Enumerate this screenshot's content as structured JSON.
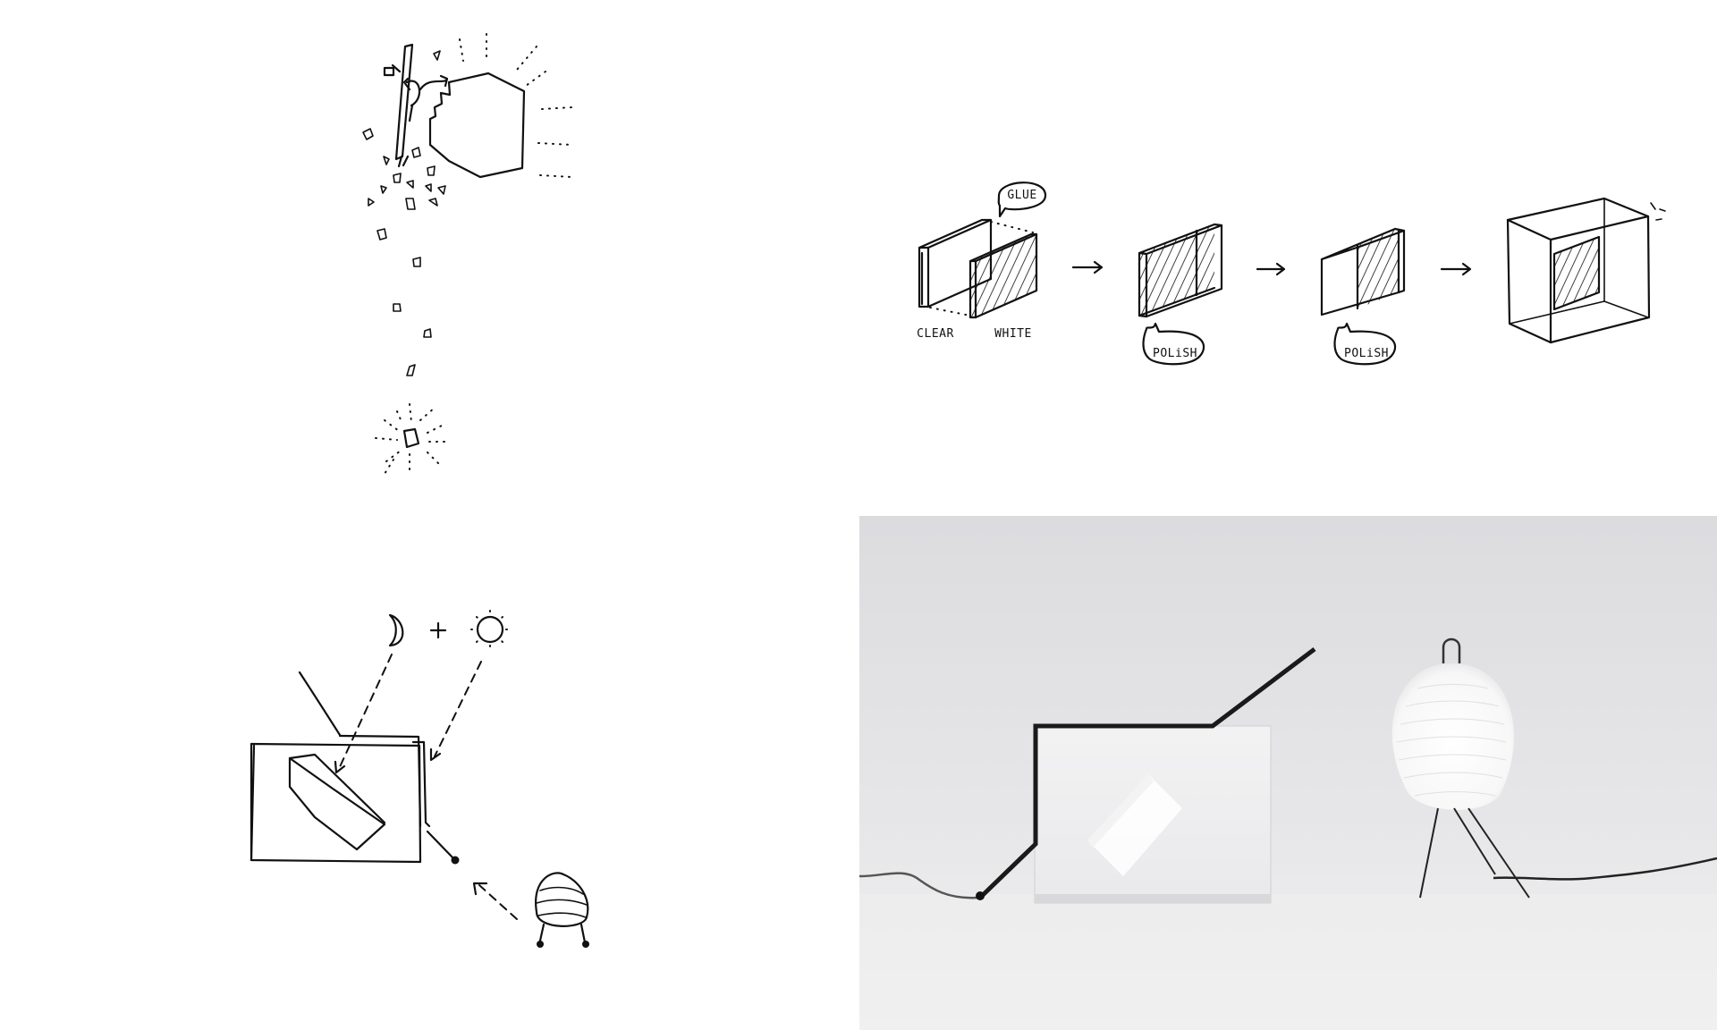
{
  "process": {
    "glue_label": "GLUE",
    "clear_label": "CLEAR",
    "white_label": "WHITE",
    "polish_label_1": "POLiSH",
    "polish_label_2": "POLiSH"
  },
  "colors": {
    "ink": "#111111",
    "background": "#ffffff",
    "photo_bg": "#e2e2e4"
  }
}
